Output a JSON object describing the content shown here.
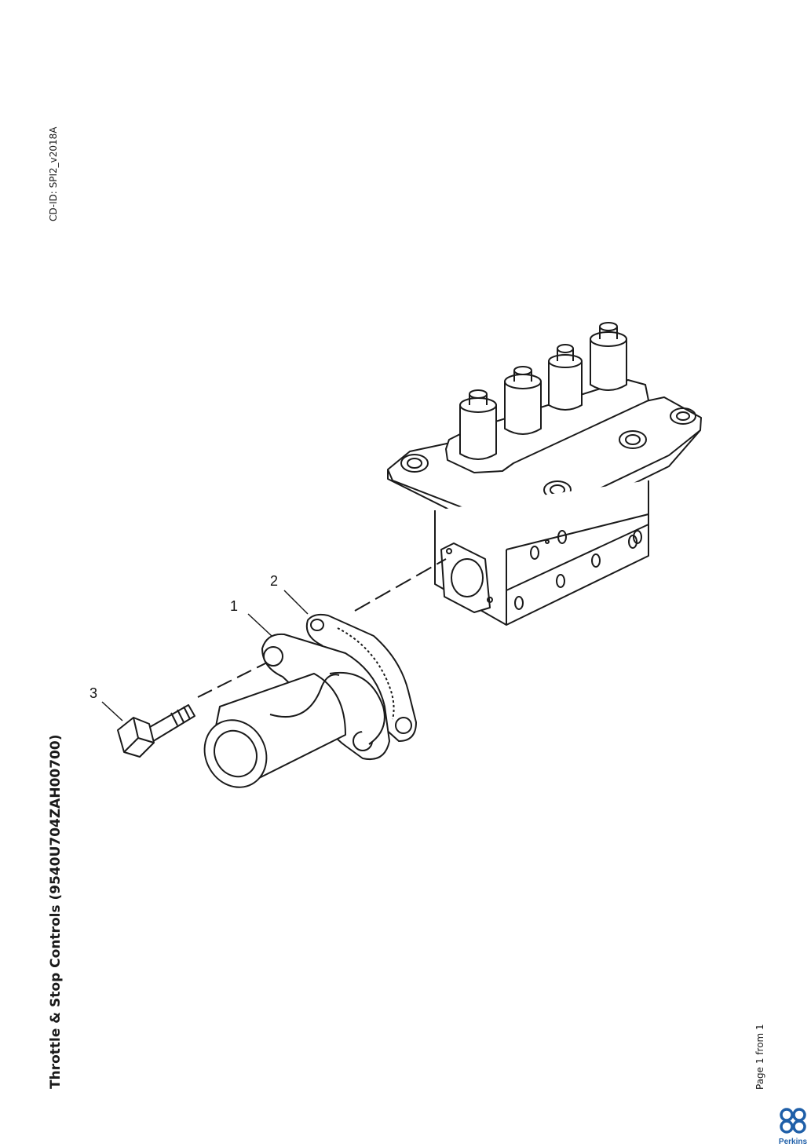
{
  "header": {
    "cd_id": "CD-ID: SPI2_v2018A"
  },
  "title": "Throttle & Stop Controls (9540U704ZAH00700)",
  "footer": {
    "page": "Page 1 from 1",
    "brand": "Perkins"
  },
  "callouts": [
    {
      "label": "1"
    },
    {
      "label": "2"
    },
    {
      "label": "3"
    }
  ],
  "colors": {
    "line": "#1a1a1a",
    "logo": "#1f5fa8"
  }
}
